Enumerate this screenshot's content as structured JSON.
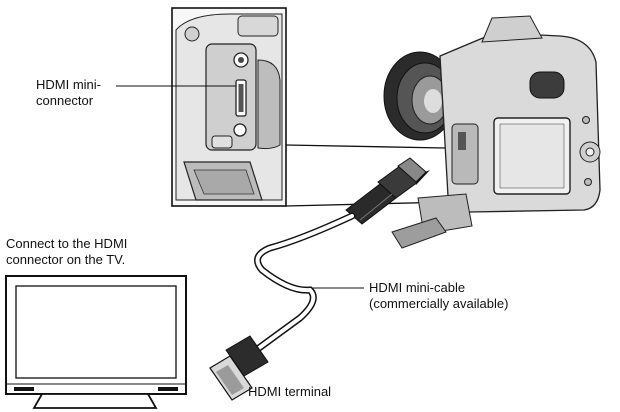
{
  "labels": {
    "hdmi_mini_connector": "HDMI mini-\nconnector",
    "connect_tv": "Connect to the HDMI\nconnector on the TV.",
    "mini_cable": "HDMI mini-cable\n(commercially available)",
    "terminal": "HDMI terminal"
  }
}
